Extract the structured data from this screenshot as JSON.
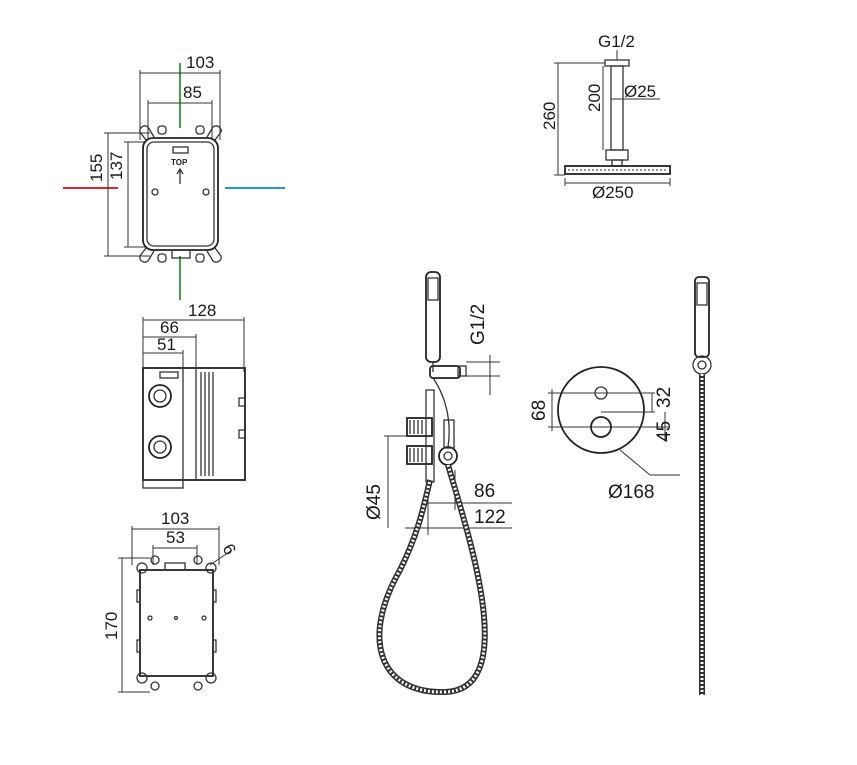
{
  "box_front": {
    "width_outer": "103",
    "width_inner": "85",
    "height_outer": "155",
    "height_inner": "137",
    "top_label": "TOP",
    "colors": {
      "hot": "#d7262e",
      "cold": "#1e9bd6",
      "axis": "#3aa845"
    }
  },
  "box_side": {
    "depth_total": "128",
    "depth_mid": "66",
    "depth_inner": "51"
  },
  "box_back": {
    "width": "103",
    "spacing": "53",
    "hole": "6",
    "height": "170"
  },
  "overhead_shower": {
    "thread": "G1/2",
    "arm_length": "200",
    "arm_diameter": "Ø25",
    "total_height": "260",
    "head_diameter": "Ø250"
  },
  "hand_shower": {
    "thread": "G1/2",
    "diameter": "Ø45",
    "projection_a": "86",
    "projection_b": "122"
  },
  "plate": {
    "height": "68",
    "dim_a": "45",
    "dim_b": "32",
    "diameter": "Ø168"
  }
}
